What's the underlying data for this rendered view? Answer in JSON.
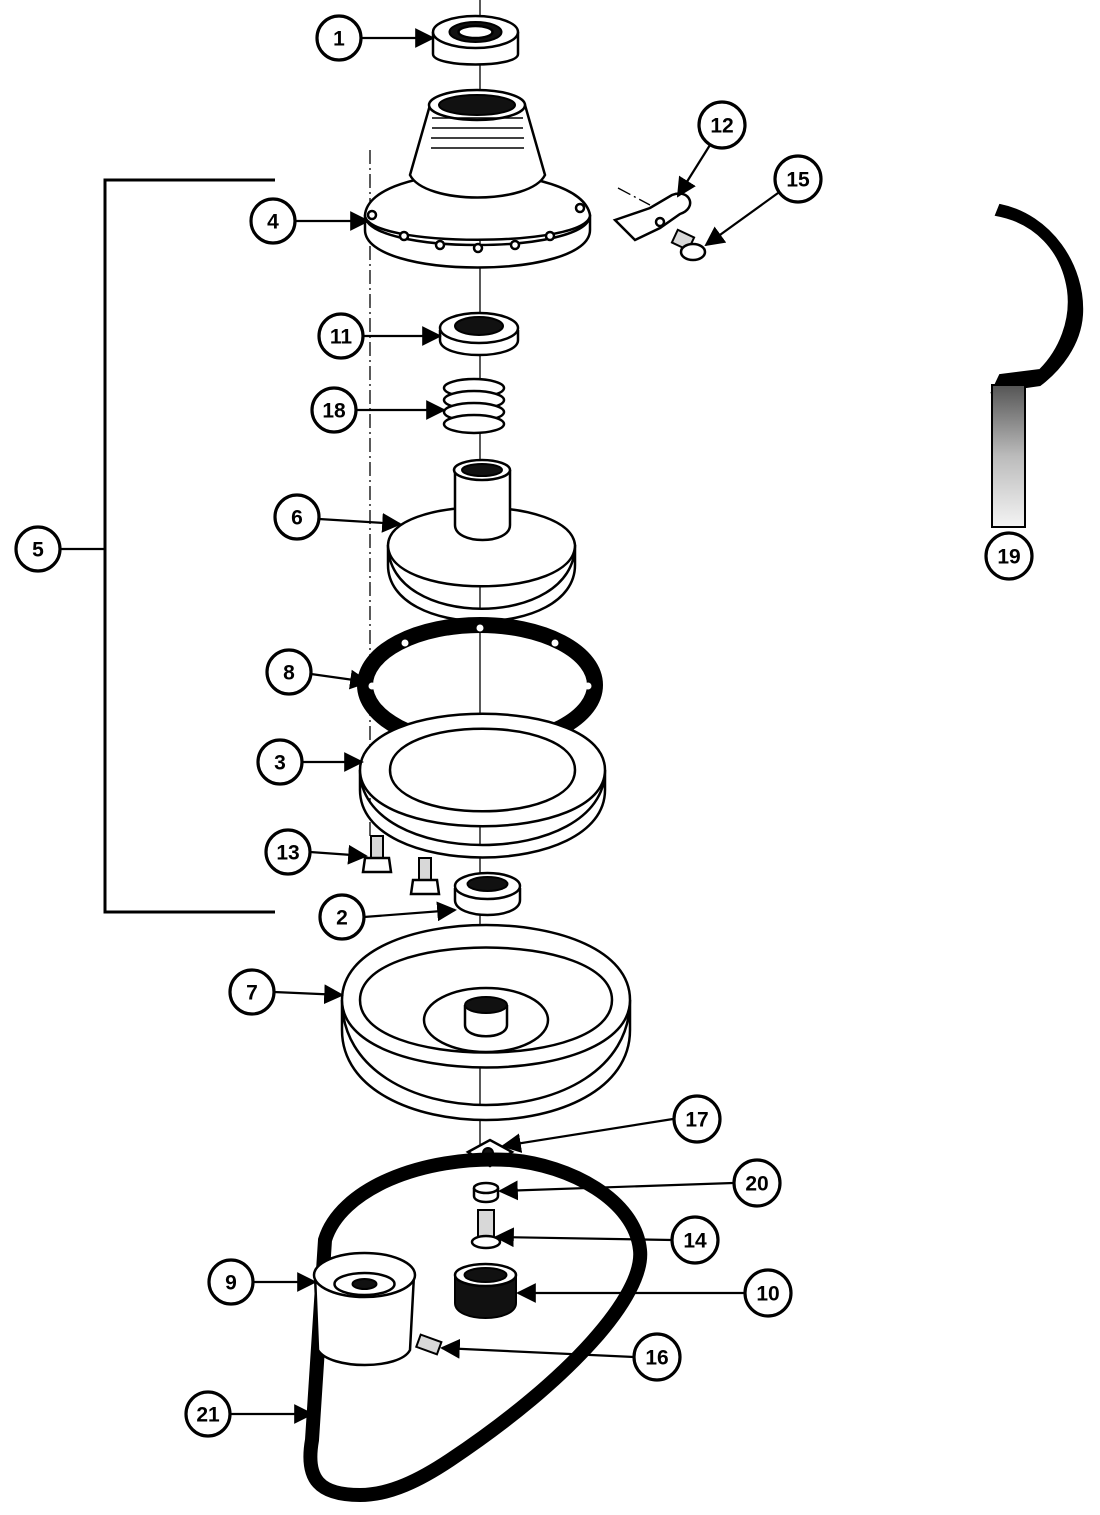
{
  "callouts": {
    "c1": "1",
    "c2": "2",
    "c3": "3",
    "c4": "4",
    "c5": "5",
    "c6": "6",
    "c7": "7",
    "c8": "8",
    "c9": "9",
    "c10": "10",
    "c11": "11",
    "c12": "12",
    "c13": "13",
    "c14": "14",
    "c15": "15",
    "c16": "16",
    "c17": "17",
    "c18": "18",
    "c19": "19",
    "c20": "20",
    "c21": "21"
  },
  "colors": {
    "line": "#000000",
    "background": "#ffffff",
    "shade": "#d8d8d8"
  }
}
